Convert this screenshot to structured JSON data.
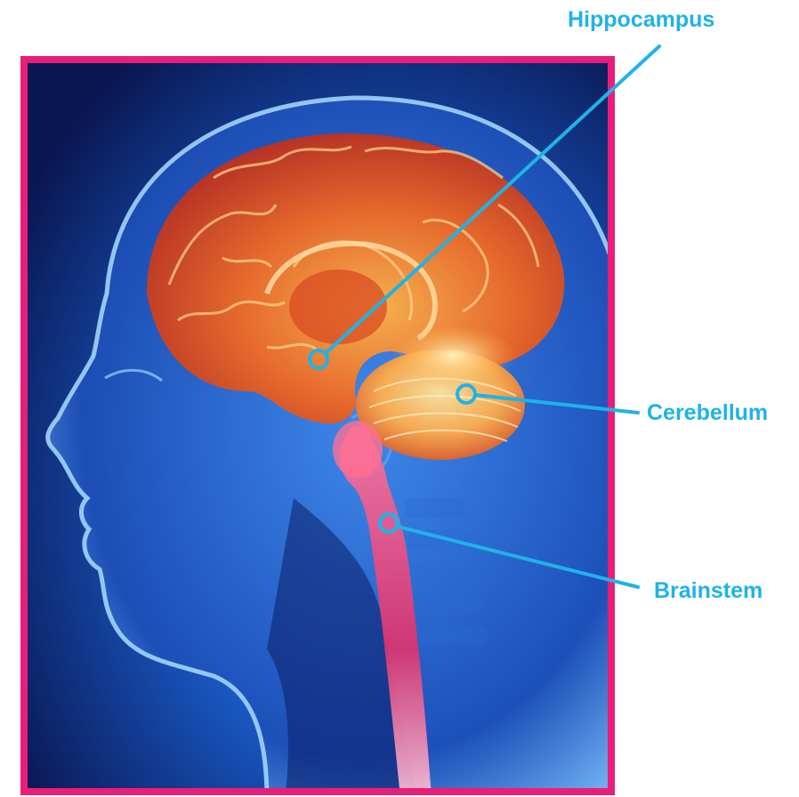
{
  "labels": {
    "hippocampus": "Hippocampus",
    "cerebellum": "Cerebellum",
    "brainstem": "Brainstem"
  },
  "colors": {
    "frame": "#e91e7a",
    "callout": "#1fb3e6",
    "background_dark": "#0b1a5c",
    "background_light": "#2e8fe0",
    "brain_glow": "#ff8a2a",
    "brain_core": "#c2301f",
    "spinal": "#ff4d7a"
  }
}
